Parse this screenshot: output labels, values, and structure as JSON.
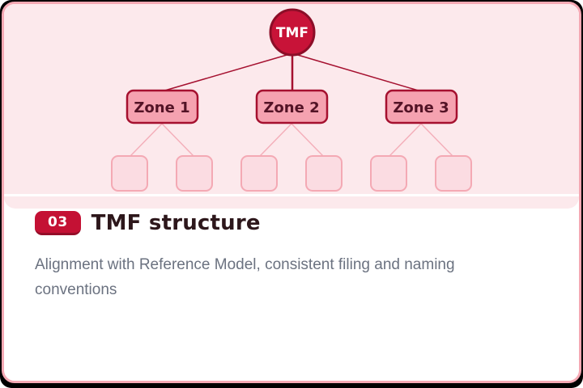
{
  "card": {
    "badge": "03",
    "title": "TMF structure",
    "description": "Alignment with Reference Model, consistent filing and naming conventions"
  },
  "diagram": {
    "root_label": "TMF",
    "zones": [
      {
        "label": "Zone 1",
        "leaf_count": 2
      },
      {
        "label": "Zone 2",
        "leaf_count": 2
      },
      {
        "label": "Zone 3",
        "leaf_count": 2
      }
    ]
  },
  "colors": {
    "accent_crimson": "#c41134",
    "accent_dark_red": "#8c0e28",
    "zone_fill": "#f5a2b0",
    "zone_border": "#a5102f",
    "leaf_fill": "#fbdce2",
    "leaf_border": "#f4a9b4",
    "header_background": "#fce9ec",
    "card_border": "#f5a9b4",
    "title_text": "#2d171b",
    "description_text": "#6b7280",
    "page_frame": "#000000"
  }
}
